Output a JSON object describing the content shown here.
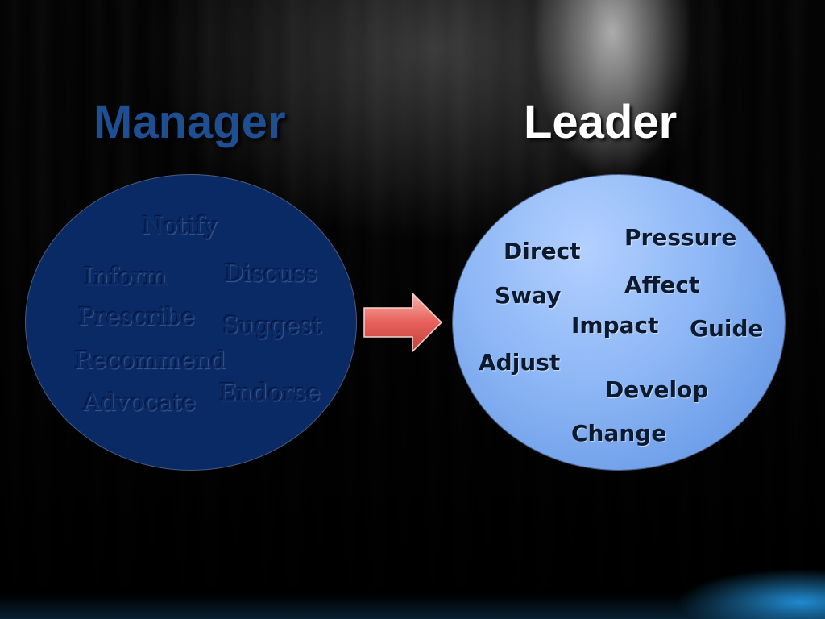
{
  "slide": {
    "left_title": "Manager",
    "right_title": "Leader",
    "manager_words": {
      "notify": "Notify",
      "inform": "Inform",
      "discuss": "Discuss",
      "prescribe": "Prescribe",
      "suggest": "Suggest",
      "recommend": "Recommend",
      "endorse": "Endorse",
      "advocate": "Advocate"
    },
    "leader_words": {
      "pressure": "Pressure",
      "direct": "Direct",
      "affect": "Affect",
      "sway": "Sway",
      "impact": "Impact",
      "guide": "Guide",
      "adjust": "Adjust",
      "develop": "Develop",
      "change": "Change"
    },
    "colors": {
      "manager_circle": "#0a2a66",
      "leader_circle": "#8cb6f5",
      "manager_title": "#1f4f93",
      "arrow": "#e8605a"
    }
  }
}
